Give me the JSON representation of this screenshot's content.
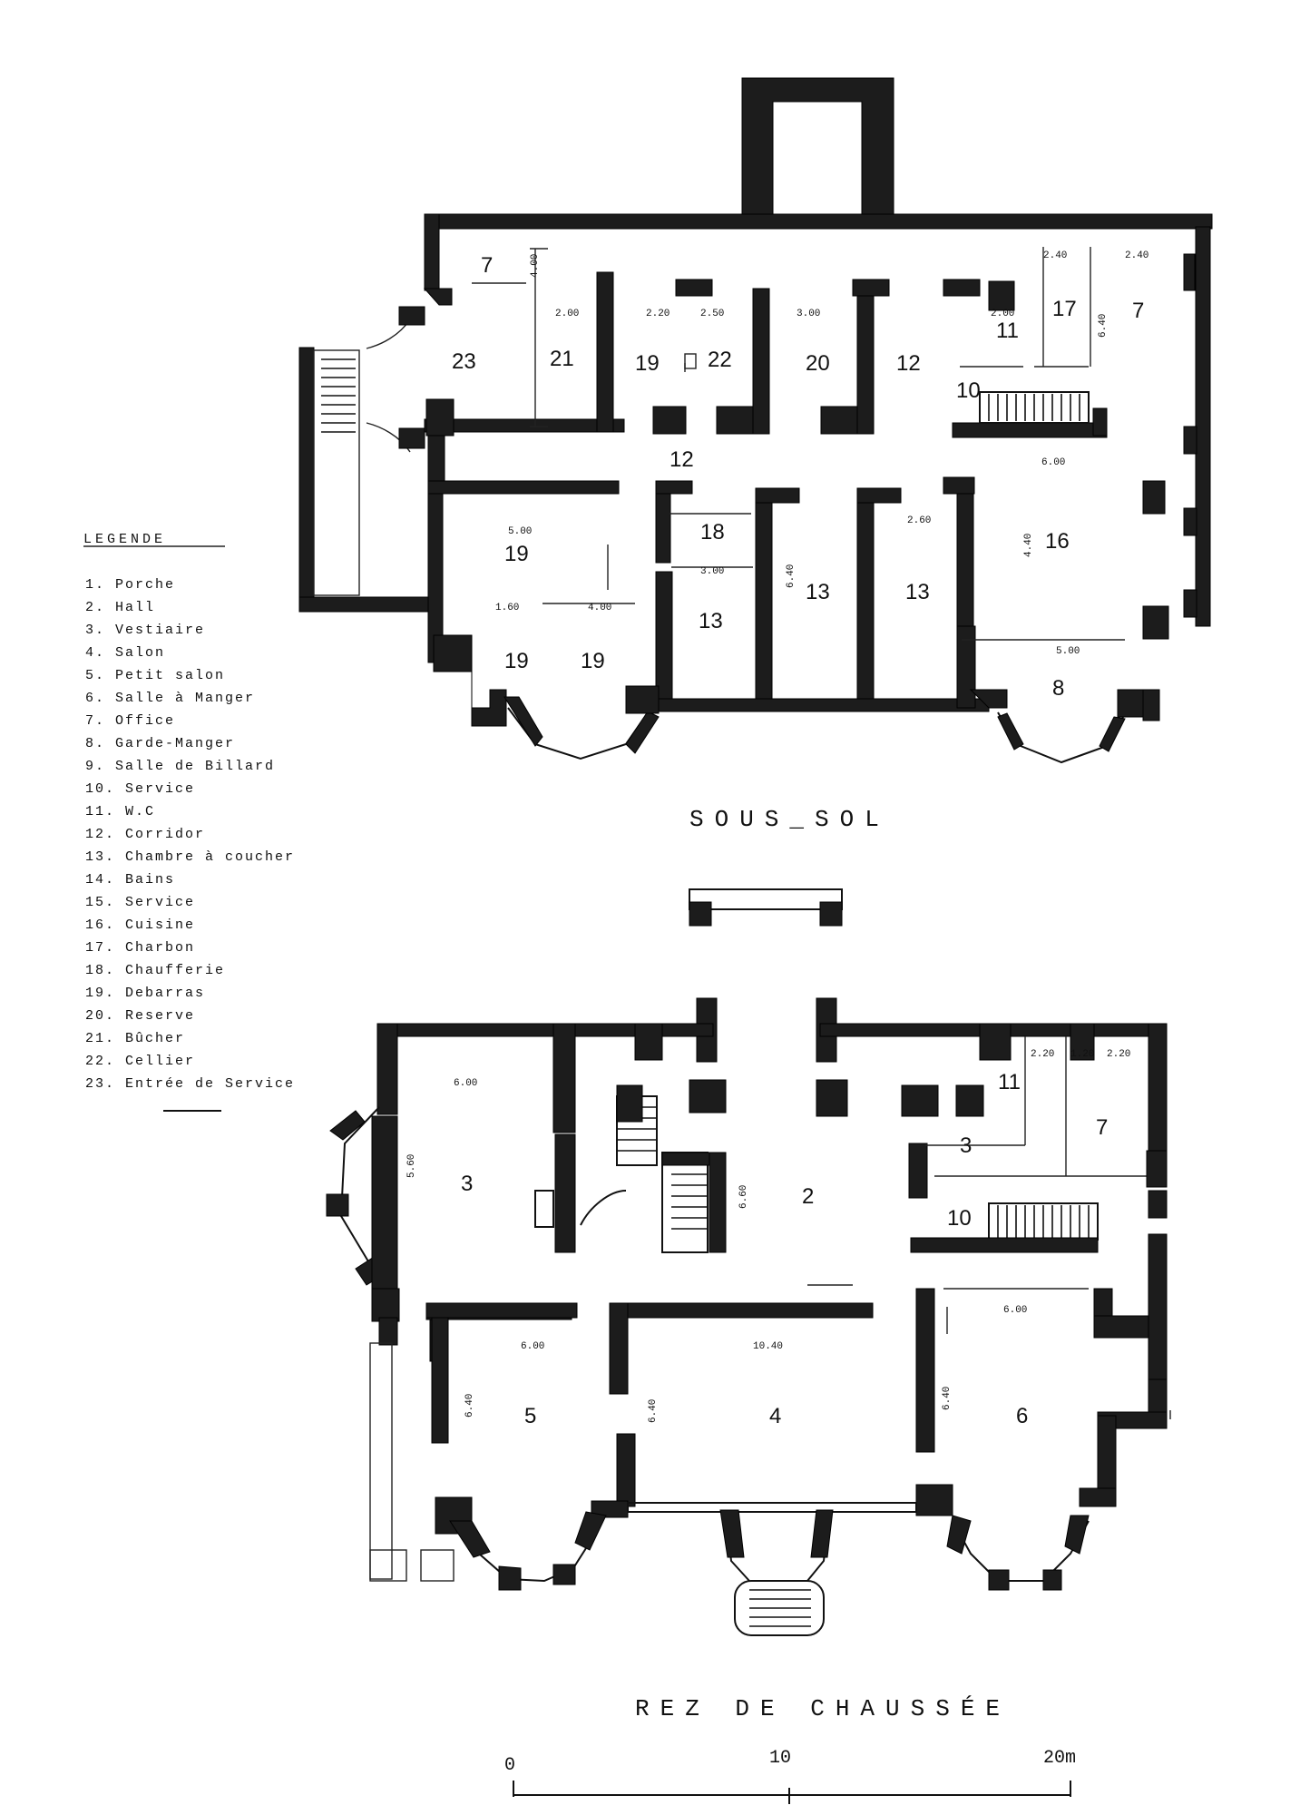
{
  "legend": {
    "title": "LEGENDE",
    "items": [
      "1. Porche",
      "2. Hall",
      "3. Vestiaire",
      "4. Salon",
      "5. Petit salon",
      "6. Salle à Manger",
      "7. Office",
      "8. Garde-Manger",
      "9. Salle de Billard",
      "10. Service",
      "11. W.C",
      "12. Corridor",
      "13. Chambre à coucher",
      "14. Bains",
      "15. Service",
      "16. Cuisine",
      "17. Charbon",
      "18. Chaufferie",
      "19. Debarras",
      "20. Reserve",
      "21. Bûcher",
      "22. Cellier",
      "23. Entrée de Service"
    ]
  },
  "plans": {
    "basement": {
      "title": "SOUS_SOL",
      "rooms": [
        "7",
        "23",
        "21",
        "19",
        "22",
        "20",
        "12",
        "11",
        "17",
        "7",
        "10",
        "12",
        "19",
        "18",
        "13",
        "13",
        "13",
        "16",
        "19",
        "19",
        "8"
      ],
      "dimensions": [
        "4.00",
        "2.00",
        "2.20",
        "2.50",
        "3.00",
        "2.00",
        "2.40",
        "2.40",
        "6.40",
        "5.00",
        "4.00",
        "1.60",
        "3.00",
        "2.60",
        "6.00",
        "5.00",
        "6.40",
        "4.40"
      ]
    },
    "ground": {
      "title": "REZ DE CHAUSSÉE",
      "rooms": [
        "11",
        "7",
        "3",
        "3",
        "2",
        "10",
        "5",
        "4",
        "6"
      ],
      "dimensions": [
        "6.00",
        "5.60",
        "6.60",
        "6.00",
        "10.40",
        "6.00",
        "6.40",
        "6.40",
        "6.40",
        "2.20",
        "1.20",
        "2.20"
      ]
    }
  },
  "scale_bar": {
    "labels": [
      "0",
      "10",
      "20m"
    ]
  }
}
